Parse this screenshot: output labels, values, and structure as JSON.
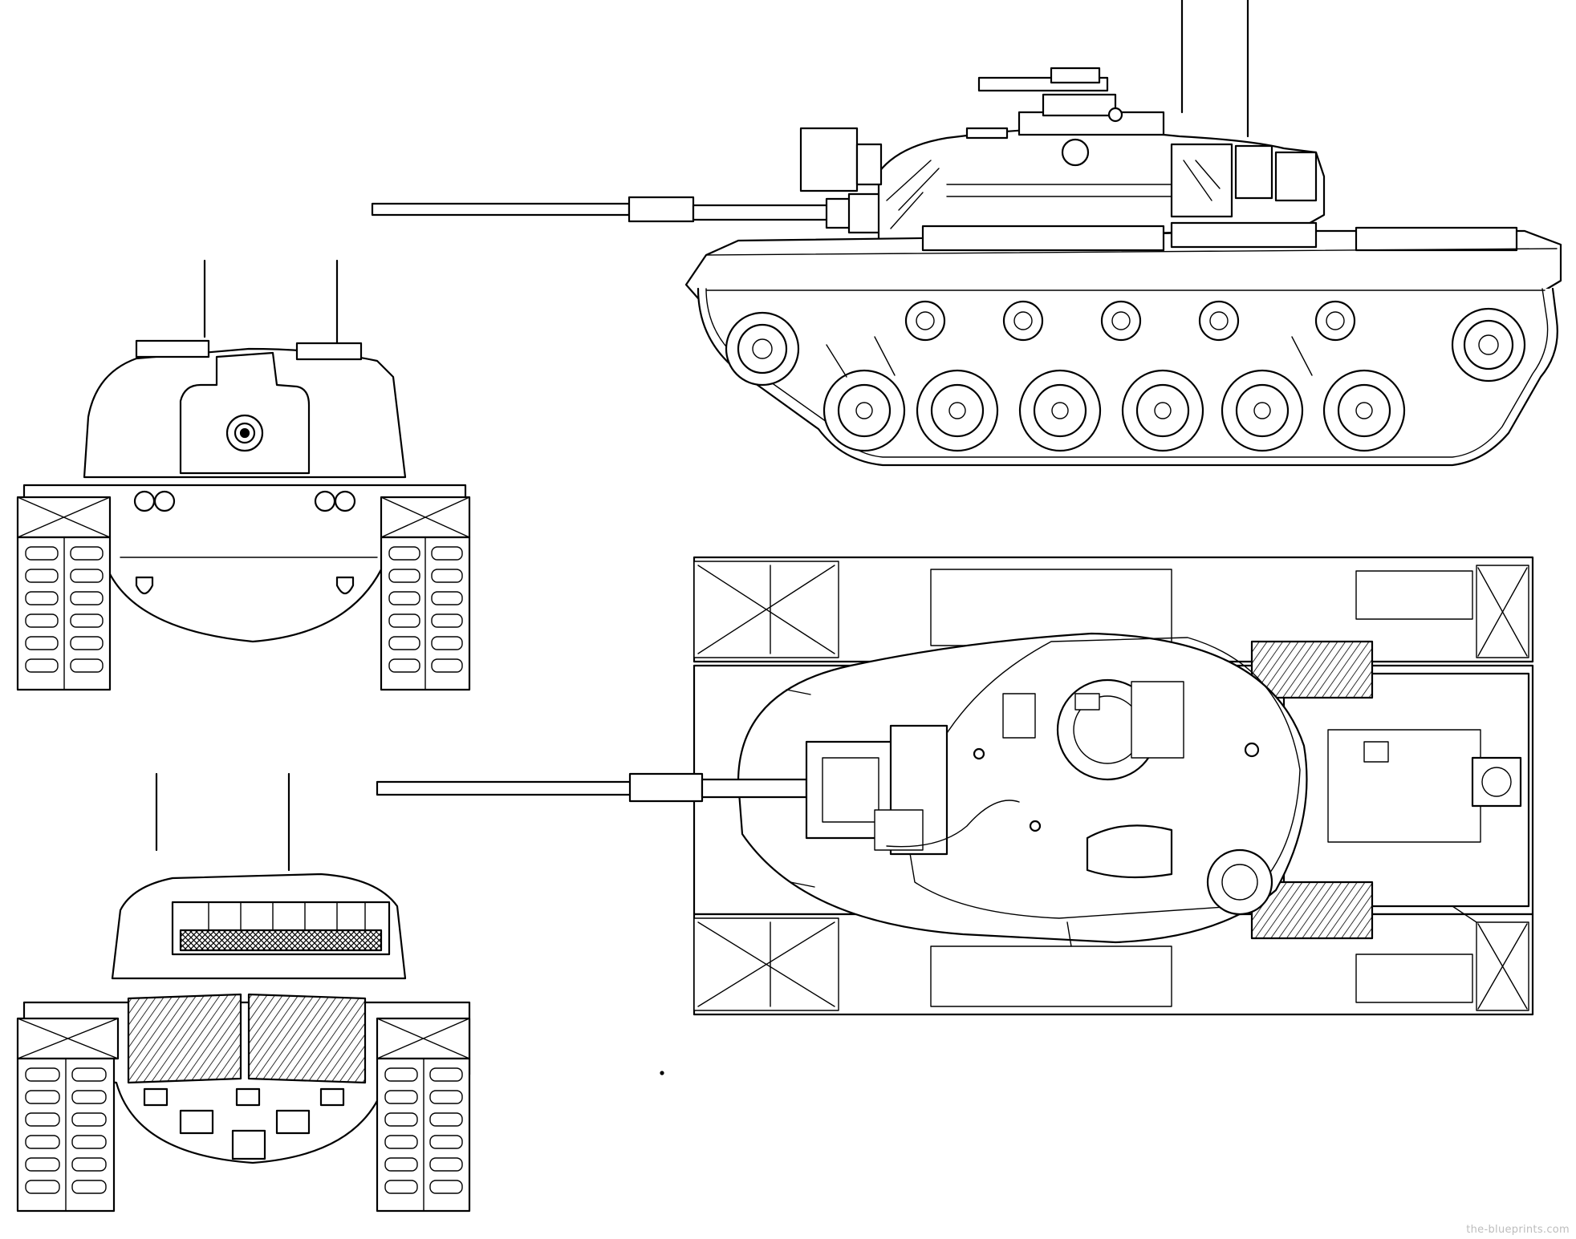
{
  "figure": {
    "views": [
      "side-view",
      "front-view",
      "rear-view",
      "top-view"
    ]
  },
  "watermark": {
    "text": "the-blueprints.com"
  },
  "colors": {
    "line": "#000000",
    "paper": "#ffffff",
    "watermark": "#bdbdbd"
  }
}
